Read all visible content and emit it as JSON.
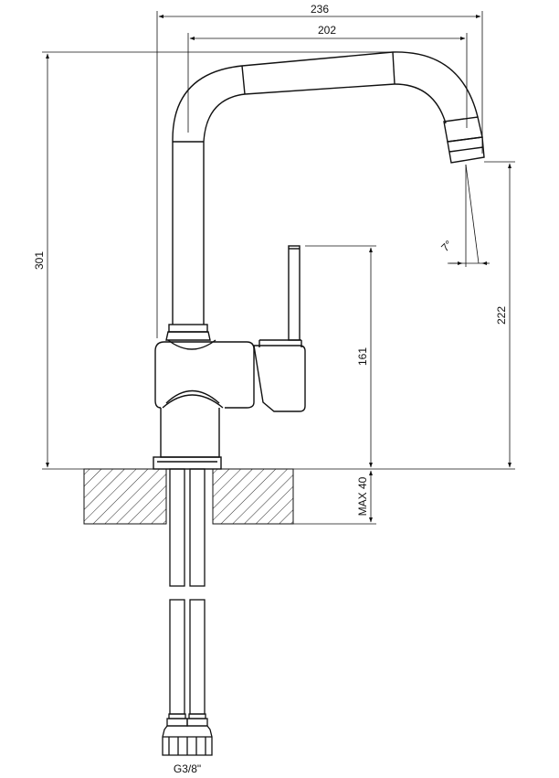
{
  "dimensions": {
    "overall_width": "236",
    "spout_reach": "202",
    "overall_height": "301",
    "spout_height": "222",
    "lever_height": "161",
    "max_deck_thickness": "MAX 40",
    "spout_angle": "7°"
  },
  "connection": {
    "thread_label": "G3/8\""
  },
  "colors": {
    "line": "#111111",
    "background": "#ffffff"
  }
}
